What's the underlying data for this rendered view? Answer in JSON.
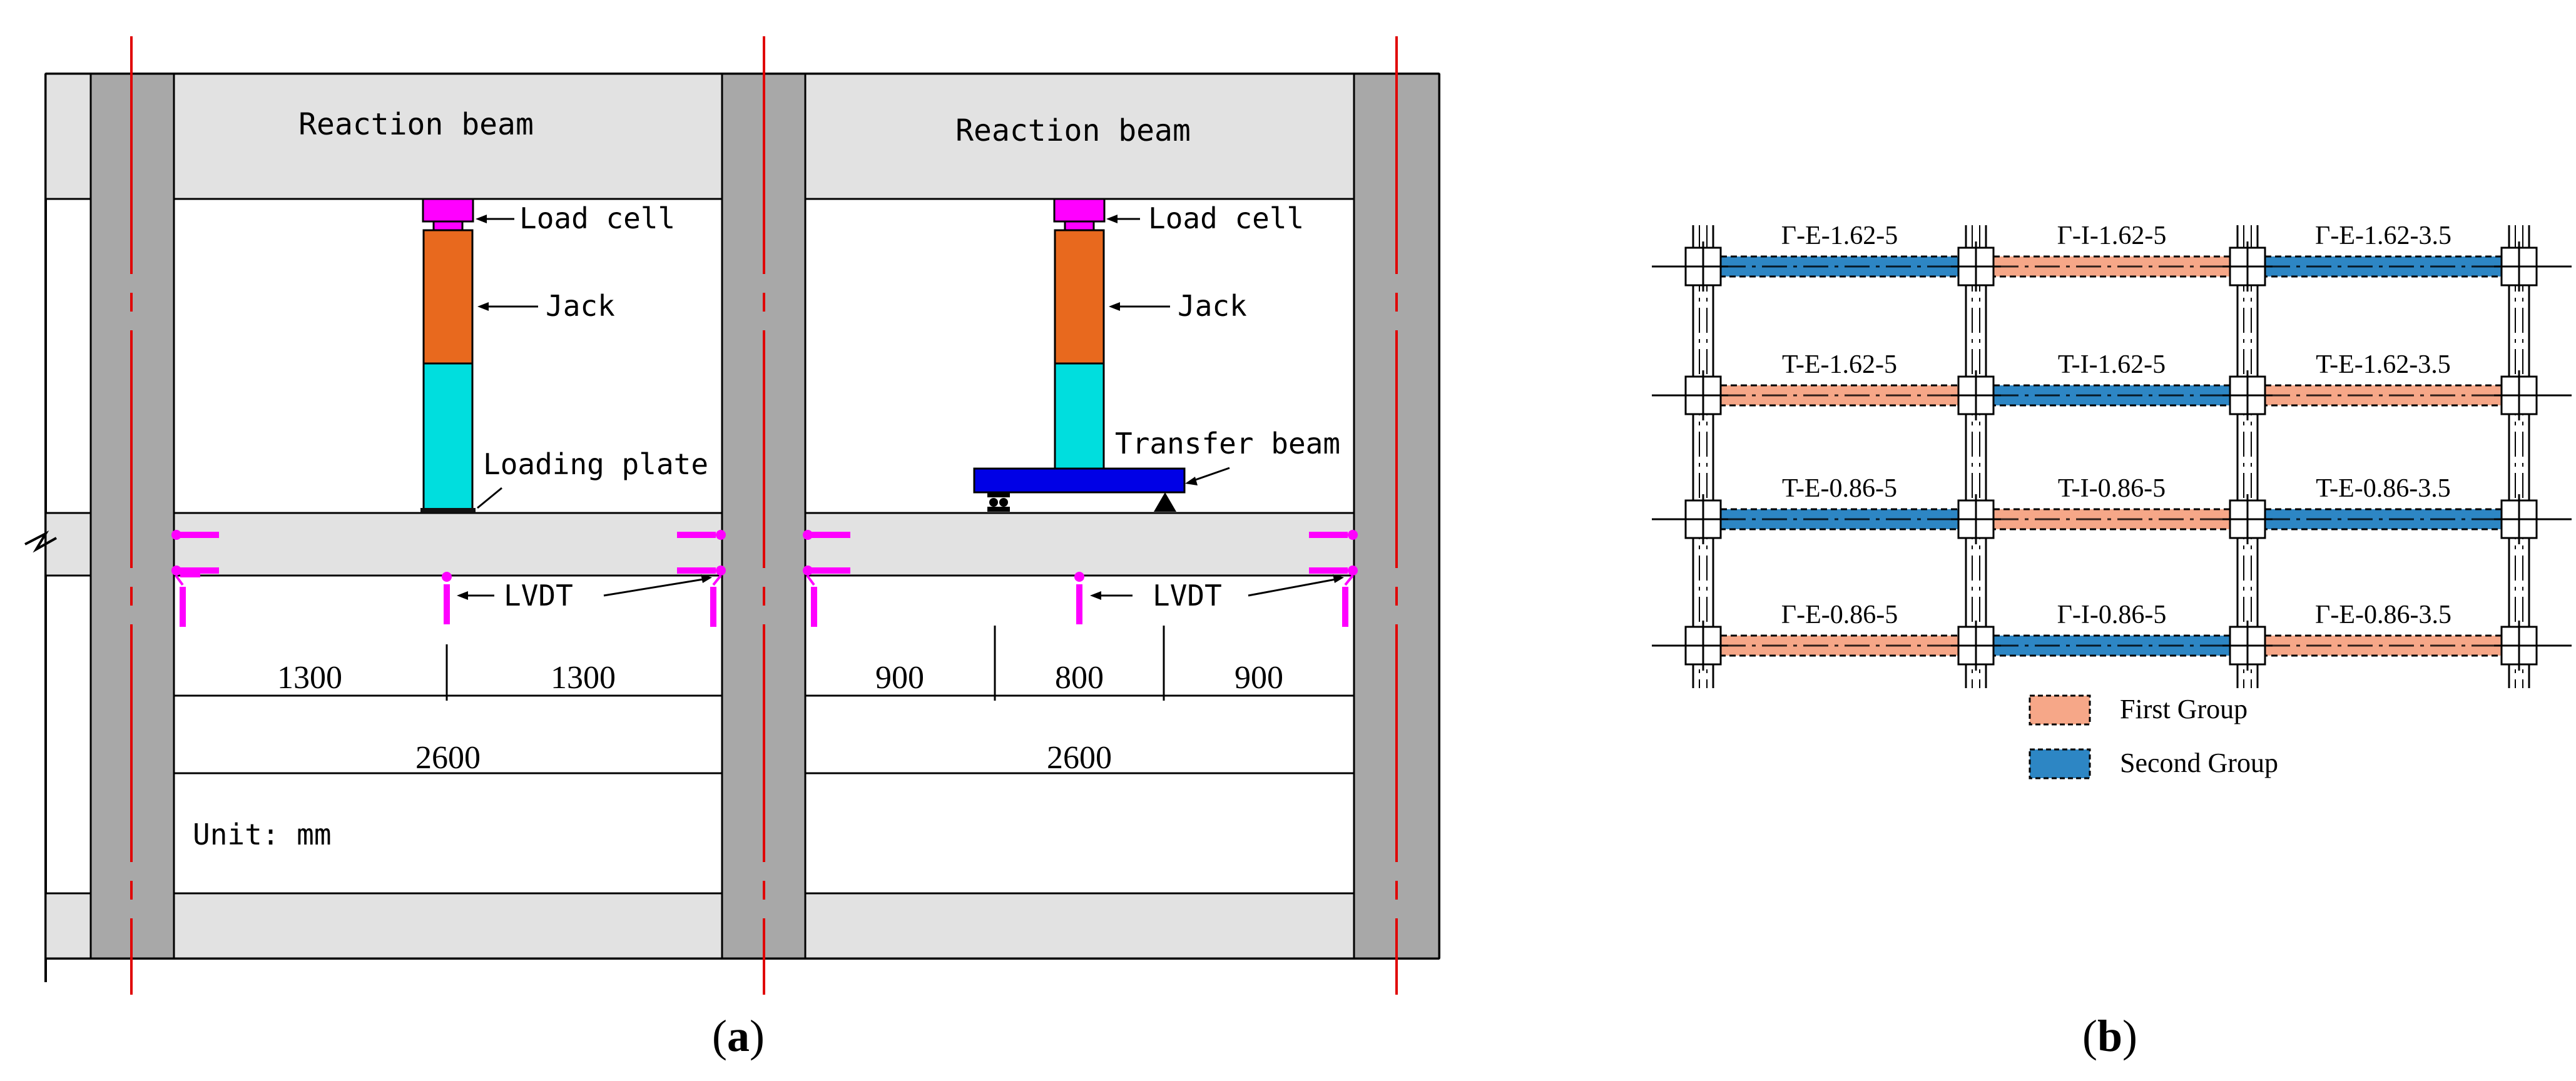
{
  "panel_a": {
    "caption": "(a)",
    "caption_letter": "a",
    "left_setup": {
      "reaction_beam": "Reaction beam",
      "load_cell": "Load cell",
      "jack": "Jack",
      "loading_plate": "Loading plate",
      "lvdt": "LVDT",
      "dim_left": "1300",
      "dim_right": "1300",
      "dim_total": "2600",
      "unit": "Unit: mm"
    },
    "right_setup": {
      "reaction_beam": "Reaction beam",
      "load_cell": "Load cell",
      "jack": "Jack",
      "transfer_beam": "Transfer beam",
      "lvdt": "LVDT",
      "dim_left": "900",
      "dim_mid": "800",
      "dim_right": "900",
      "dim_total": "2600"
    },
    "colors": {
      "load_cell": "#ff00ff",
      "jack": "#e8691e",
      "cylinder": "#00dede",
      "transfer_beam": "#0000e6",
      "column": "#a8a8a8",
      "beam_fill": "#e2e2e2",
      "axis_line": "#e00000"
    }
  },
  "panel_b": {
    "caption": "(b)",
    "caption_letter": "b",
    "rows": [
      {
        "labels": [
          "Γ-E-1.62-5",
          "Γ-I-1.62-5",
          "Γ-E-1.62-3.5"
        ],
        "groups": [
          "second",
          "first",
          "second"
        ]
      },
      {
        "labels": [
          "T-E-1.62-5",
          "T-I-1.62-5",
          "T-E-1.62-3.5"
        ],
        "groups": [
          "first",
          "second",
          "first"
        ]
      },
      {
        "labels": [
          "T-E-0.86-5",
          "T-I-0.86-5",
          "T-E-0.86-3.5"
        ],
        "groups": [
          "second",
          "first",
          "second"
        ]
      },
      {
        "labels": [
          "Γ-E-0.86-5",
          "Γ-I-0.86-5",
          "Γ-E-0.86-3.5"
        ],
        "groups": [
          "first",
          "second",
          "first"
        ]
      }
    ],
    "legend": {
      "first": "First Group",
      "second": "Second Group"
    },
    "colors": {
      "first": "#f6a788",
      "second": "#2d86c4"
    }
  }
}
